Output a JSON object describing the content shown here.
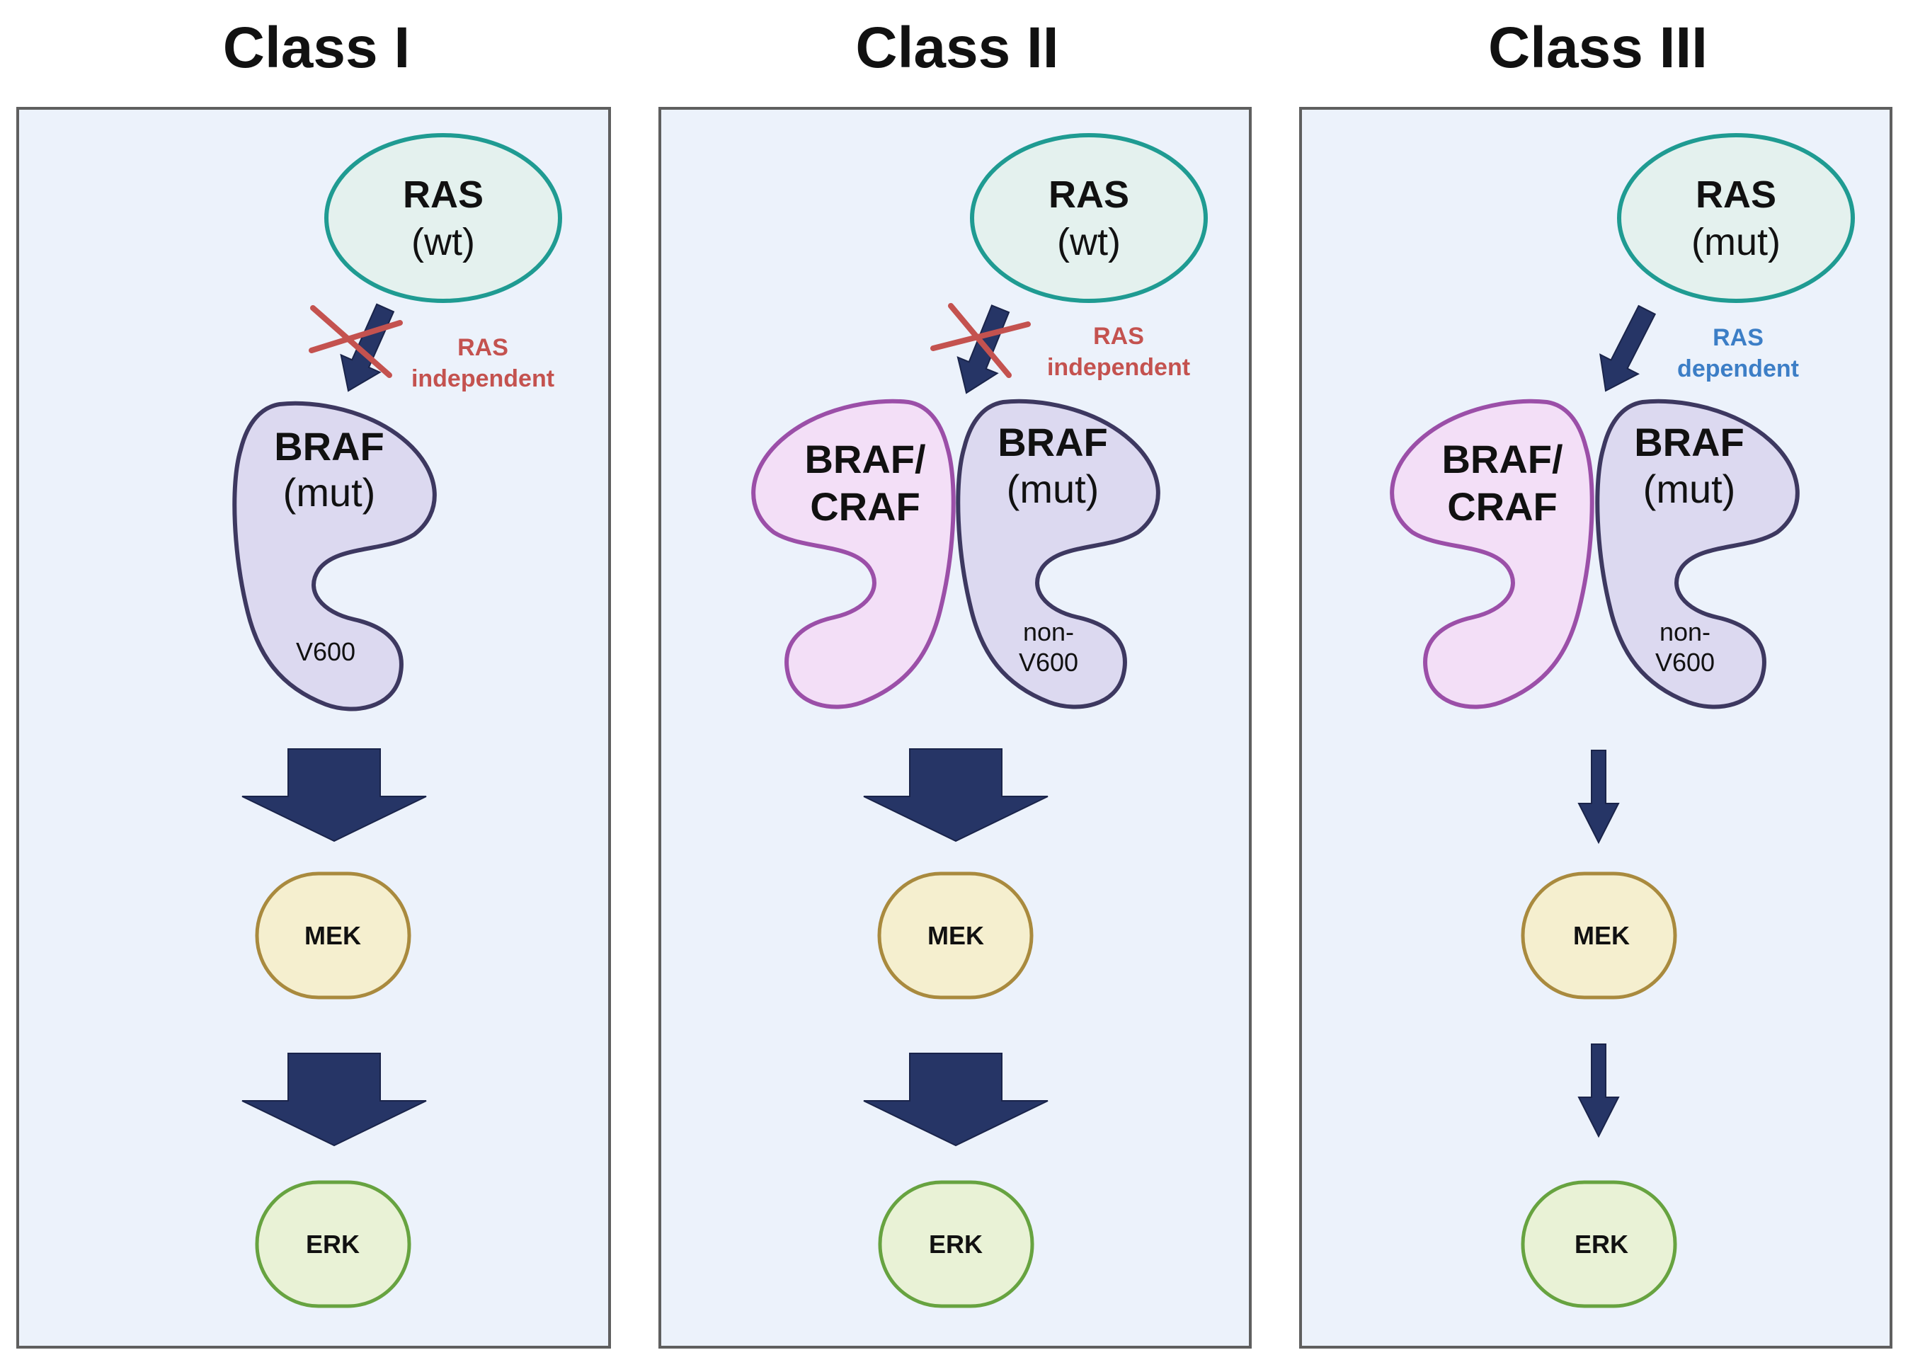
{
  "colors": {
    "panel_fill": "#ecf2fb",
    "panel_stroke": "#5f5f5f",
    "ras_fill": "#e4f1ee",
    "ras_stroke": "#1f9b92",
    "braf_fill": "#dcd9f0",
    "braf_stroke": "#3d3860",
    "craf_fill": "#f3dff7",
    "craf_stroke": "#9b4fa8",
    "arrow": "#263566",
    "cross": "#c4524f",
    "independent_text": "#c4524f",
    "dependent_text": "#3c7ec6",
    "mek_fill": "#f5efcf",
    "mek_stroke": "#a98a3e",
    "erk_fill": "#e9f2d6",
    "erk_stroke": "#67a340"
  },
  "panels": [
    {
      "title": "Class I",
      "ras": {
        "name": "RAS",
        "status": "(wt)"
      },
      "note": {
        "line1": "RAS",
        "line2": "independent",
        "type": "independent"
      },
      "braf": {
        "name": "BRAF",
        "status": "(mut)",
        "mutation": "V600"
      },
      "mek": "MEK",
      "erk": "ERK"
    },
    {
      "title": "Class II",
      "ras": {
        "name": "RAS",
        "status": "(wt)"
      },
      "note": {
        "line1": "RAS",
        "line2": "independent",
        "type": "independent"
      },
      "partner": {
        "line1": "BRAF/",
        "line2": "CRAF"
      },
      "braf": {
        "name": "BRAF",
        "status": "(mut)",
        "mutation_line1": "non-",
        "mutation_line2": "V600"
      },
      "mek": "MEK",
      "erk": "ERK"
    },
    {
      "title": "Class III",
      "ras": {
        "name": "RAS",
        "status": "(mut)"
      },
      "note": {
        "line1": "RAS",
        "line2": "dependent",
        "type": "dependent"
      },
      "partner": {
        "line1": "BRAF/",
        "line2": "CRAF"
      },
      "braf": {
        "name": "BRAF",
        "status": "(mut)",
        "mutation_line1": "non-",
        "mutation_line2": "V600"
      },
      "mek": "MEK",
      "erk": "ERK"
    }
  ]
}
